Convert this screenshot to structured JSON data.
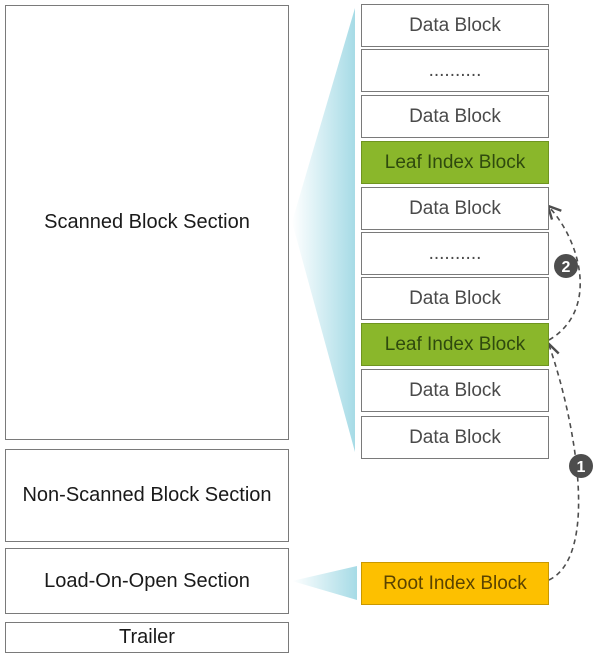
{
  "colors": {
    "leaf_index": "#8ab72b",
    "root_index": "#fdc000",
    "border": "#7a7a7a",
    "funnel": "#a6dbe6",
    "step_badge": "#4d4d4d"
  },
  "file_sections": {
    "scanned": "Scanned Block Section",
    "non_scanned": "Non-Scanned Block Section",
    "load_on_open": "Load-On-Open Section",
    "trailer": "Trailer"
  },
  "blocks": [
    {
      "label": "Data Block",
      "kind": "data"
    },
    {
      "label": "..........",
      "kind": "ellipsis"
    },
    {
      "label": "Data Block",
      "kind": "data"
    },
    {
      "label": "Leaf Index Block",
      "kind": "leaf"
    },
    {
      "label": "Data Block",
      "kind": "data"
    },
    {
      "label": "..........",
      "kind": "ellipsis"
    },
    {
      "label": "Data Block",
      "kind": "data"
    },
    {
      "label": "Leaf Index Block",
      "kind": "leaf"
    },
    {
      "label": "Data Block",
      "kind": "data"
    },
    {
      "label": "Data Block",
      "kind": "data"
    }
  ],
  "root_block": {
    "label": "Root Index Block"
  },
  "steps": [
    {
      "number": "1"
    },
    {
      "number": "2"
    }
  ]
}
